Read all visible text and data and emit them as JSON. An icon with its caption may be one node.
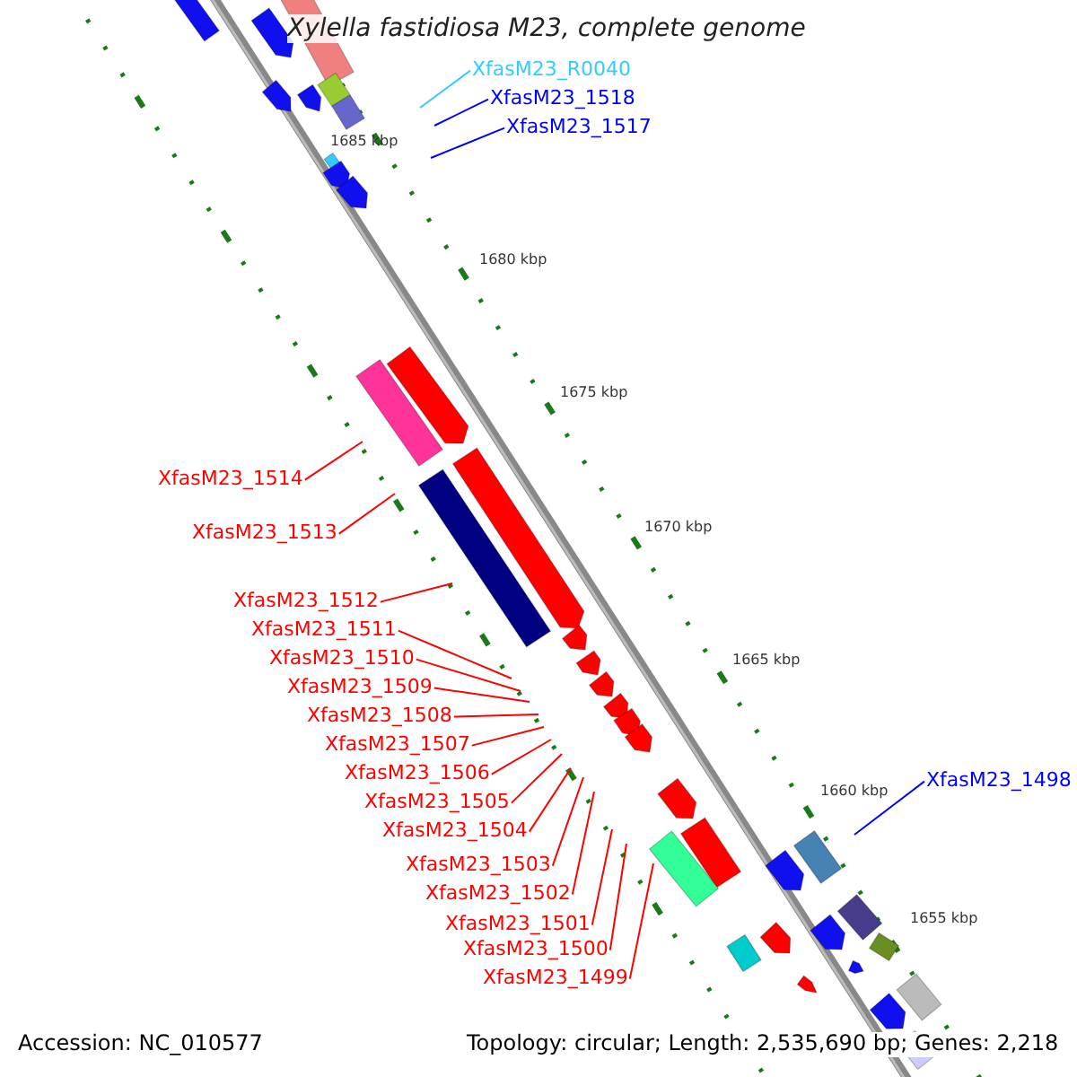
{
  "diagram": {
    "title": "Xylella fastidiosa M23, complete genome",
    "nodes": [
      {
        "text": [
          "XfasM23_R0040"
        ]
      },
      {
        "text": [
          "XfasM23_1518"
        ]
      },
      {
        "text": [
          "XfasM23_1517"
        ]
      },
      {
        "text": [
          "XfasM23_1514"
        ]
      },
      {
        "text": [
          "XfasM23_1513"
        ]
      },
      {
        "text": [
          "XfasM23_1512"
        ]
      },
      {
        "text": [
          "XfasM23_1511"
        ]
      },
      {
        "text": [
          "XfasM23_1510"
        ]
      },
      {
        "text": [
          "XfasM23_1509"
        ]
      },
      {
        "text": [
          "XfasM23_1508"
        ]
      },
      {
        "text": [
          "XfasM23_1507"
        ]
      },
      {
        "text": [
          "XfasM23_1506"
        ]
      },
      {
        "text": [
          "XfasM23_1505"
        ]
      },
      {
        "text": [
          "XfasM23_1504"
        ]
      },
      {
        "text": [
          "XfasM23_1503"
        ]
      },
      {
        "text": [
          "XfasM23_1502"
        ]
      },
      {
        "text": [
          "XfasM23_1501"
        ]
      },
      {
        "text": [
          "XfasM23_1500"
        ]
      },
      {
        "text": [
          "XfasM23_1499"
        ]
      },
      {
        "text": [
          "XfasM23_1498"
        ]
      }
    ],
    "edges": [
      {
        "from": 0,
        "to": null,
        "arrow": "none",
        "color": "#33ccff"
      },
      {
        "from": 1,
        "to": null,
        "arrow": "none",
        "color": "#0000ff"
      },
      {
        "from": 2,
        "to": null,
        "arrow": "none",
        "color": "#0000ff"
      },
      {
        "from": 3,
        "to": null,
        "arrow": "none"
      },
      {
        "from": 4,
        "to": null,
        "arrow": "none"
      },
      {
        "from": 5,
        "to": null,
        "arrow": "none"
      },
      {
        "from": 6,
        "to": null,
        "arrow": "none"
      },
      {
        "from": 7,
        "to": null,
        "arrow": "none"
      },
      {
        "from": 8,
        "to": null,
        "arrow": "none"
      },
      {
        "from": 9,
        "to": null,
        "arrow": "none"
      },
      {
        "from": 10,
        "to": null,
        "arrow": "none"
      },
      {
        "from": 11,
        "to": null,
        "arrow": "none"
      },
      {
        "from": 12,
        "to": null,
        "arrow": "none"
      },
      {
        "from": 13,
        "to": null,
        "arrow": "none"
      },
      {
        "from": 14,
        "to": null,
        "arrow": "none"
      },
      {
        "from": 15,
        "to": null,
        "arrow": "none"
      },
      {
        "from": 16,
        "to": null,
        "arrow": "none"
      },
      {
        "from": 17,
        "to": null,
        "arrow": "none"
      },
      {
        "from": 18,
        "to": null,
        "arrow": "none"
      },
      {
        "from": 19,
        "to": null,
        "arrow": "none",
        "color": "#0000ff"
      }
    ],
    "labels": [
      "1685 kbp",
      "1680 kbp",
      "1675 kbp",
      "1670 kbp",
      "1665 kbp",
      "1660 kbp",
      "1655 kbp",
      "Accession: NC_010577",
      "Topology: circular; Length: 2,535,690 bp; Genes: 2,218"
    ]
  }
}
